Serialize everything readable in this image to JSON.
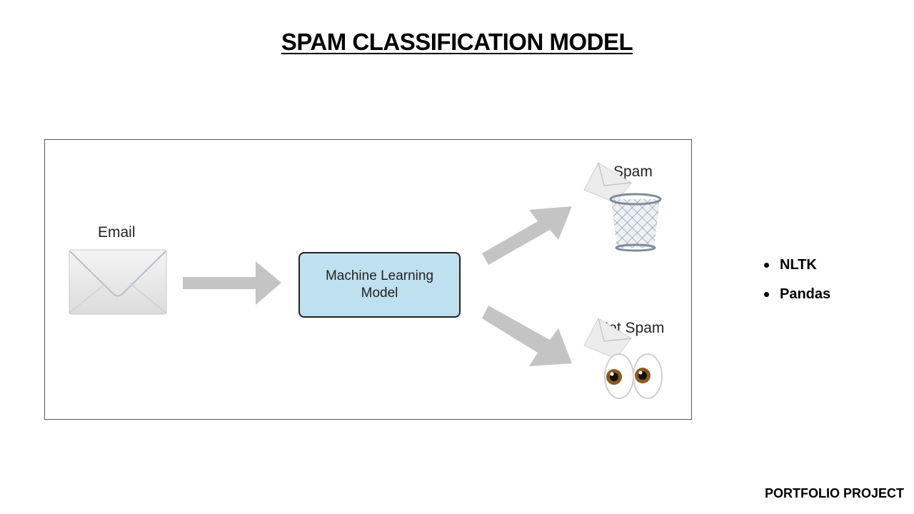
{
  "title": "SPAM CLASSIFICATION MODEL",
  "diagram": {
    "input_label": "Email",
    "model_label": "Machine Learning Model",
    "output_spam_label": "Spam",
    "output_not_spam_label": "Not Spam",
    "icons": [
      "envelope-icon",
      "trash-bin-icon",
      "eyes-icon"
    ],
    "colors": {
      "arrow": "#c4c4c4",
      "model_box": "#bfe0ee"
    }
  },
  "tools": [
    "NLTK",
    "Pandas"
  ],
  "footer": "PORTFOLIO PROJECT"
}
